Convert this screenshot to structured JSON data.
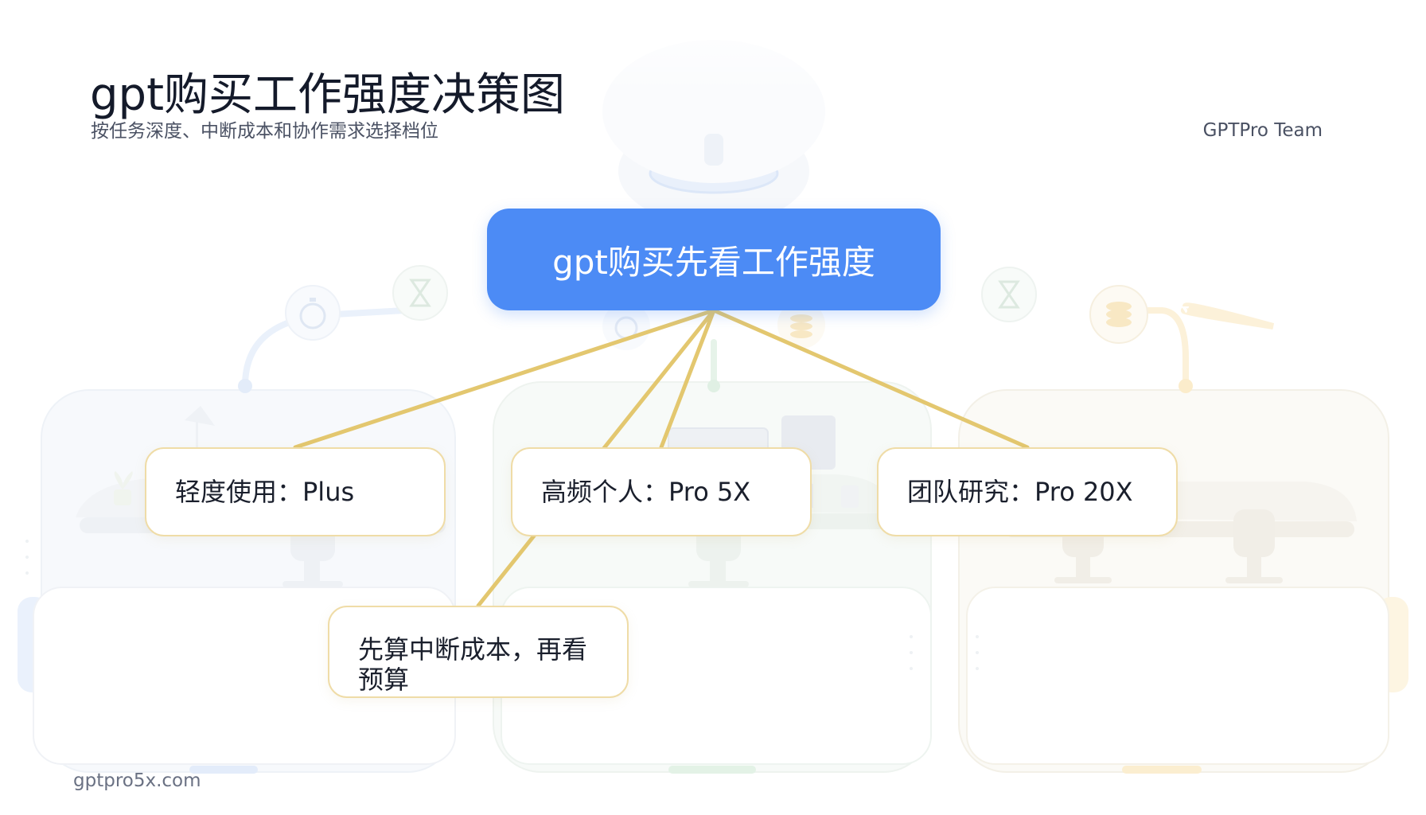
{
  "header": {
    "title": "gpt购买工作强度决策图",
    "subtitle": "按任务深度、中断成本和协作需求选择档位",
    "team": "GPTPro Team"
  },
  "footer": {
    "site": "gptpro5x.com"
  },
  "diagram": {
    "root": "gpt购买先看工作强度",
    "branches": [
      "轻度使用：Plus",
      "高频个人：Pro 5X",
      "团队研究：Pro 20X"
    ],
    "note": "先算中断成本，再看预算"
  },
  "colors": {
    "root_fill": "#4c8bf5",
    "connector": "#e3c76f",
    "node_border": "#efdca7",
    "text_dark": "#141a2a"
  },
  "icons": [
    "stopwatch-icon",
    "hourglass-icon",
    "coin-stack-icon",
    "desk-lamp-icon",
    "office-chair-icon",
    "monitor-icon",
    "plant-icon"
  ]
}
